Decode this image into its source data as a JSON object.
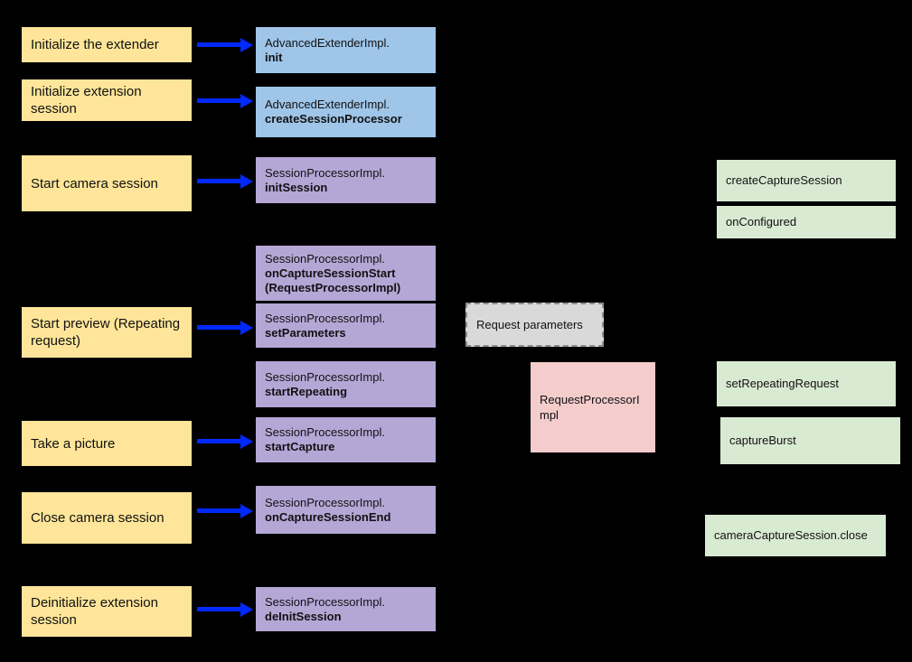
{
  "diagram": {
    "app_steps": [
      {
        "label": "Initialize the extender"
      },
      {
        "label": "Initialize extension session"
      },
      {
        "label": "Start camera session"
      },
      {
        "label": "Start preview (Repeating request)"
      },
      {
        "label": "Take a picture"
      },
      {
        "label": "Close camera session"
      },
      {
        "label": "Deinitialize extension session"
      }
    ],
    "extender_calls": [
      {
        "class": "AdvancedExtenderImpl.",
        "method": "init"
      },
      {
        "class": "AdvancedExtenderImpl.",
        "method": "createSessionProcessor"
      }
    ],
    "session_calls": [
      {
        "class": "SessionProcessorImpl.",
        "method": "initSession"
      },
      {
        "class": "SessionProcessorImpl.",
        "method": "onCaptureSessionStart",
        "method2": "(RequestProcessorImpl)"
      },
      {
        "class": "SessionProcessorImpl.",
        "method": "setParameters"
      },
      {
        "class": "SessionProcessorImpl.",
        "method": "startRepeating"
      },
      {
        "class": "SessionProcessorImpl.",
        "method": "startCapture"
      },
      {
        "class": "SessionProcessorImpl.",
        "method": "onCaptureSessionEnd"
      },
      {
        "class": "SessionProcessorImpl.",
        "method": "deInitSession"
      }
    ],
    "request_parameters": {
      "label": "Request parameters"
    },
    "request_processor": {
      "label": "RequestProcessorImpl"
    },
    "camera2_calls": [
      {
        "label": "createCaptureSession"
      },
      {
        "label": "onConfigured"
      },
      {
        "label": "setRepeatingRequest"
      },
      {
        "label": "captureBurst"
      },
      {
        "label": "cameraCaptureSession.close"
      }
    ],
    "colors": {
      "background": "#000000",
      "step_box": "#ffe599",
      "extender_box": "#9fc5e8",
      "session_box": "#b4a7d6",
      "camera2_box": "#d9ead3",
      "request_parameters_box": "#d9d9d9",
      "request_processor_box": "#f4cccc",
      "arrow": "#0029ff"
    }
  }
}
